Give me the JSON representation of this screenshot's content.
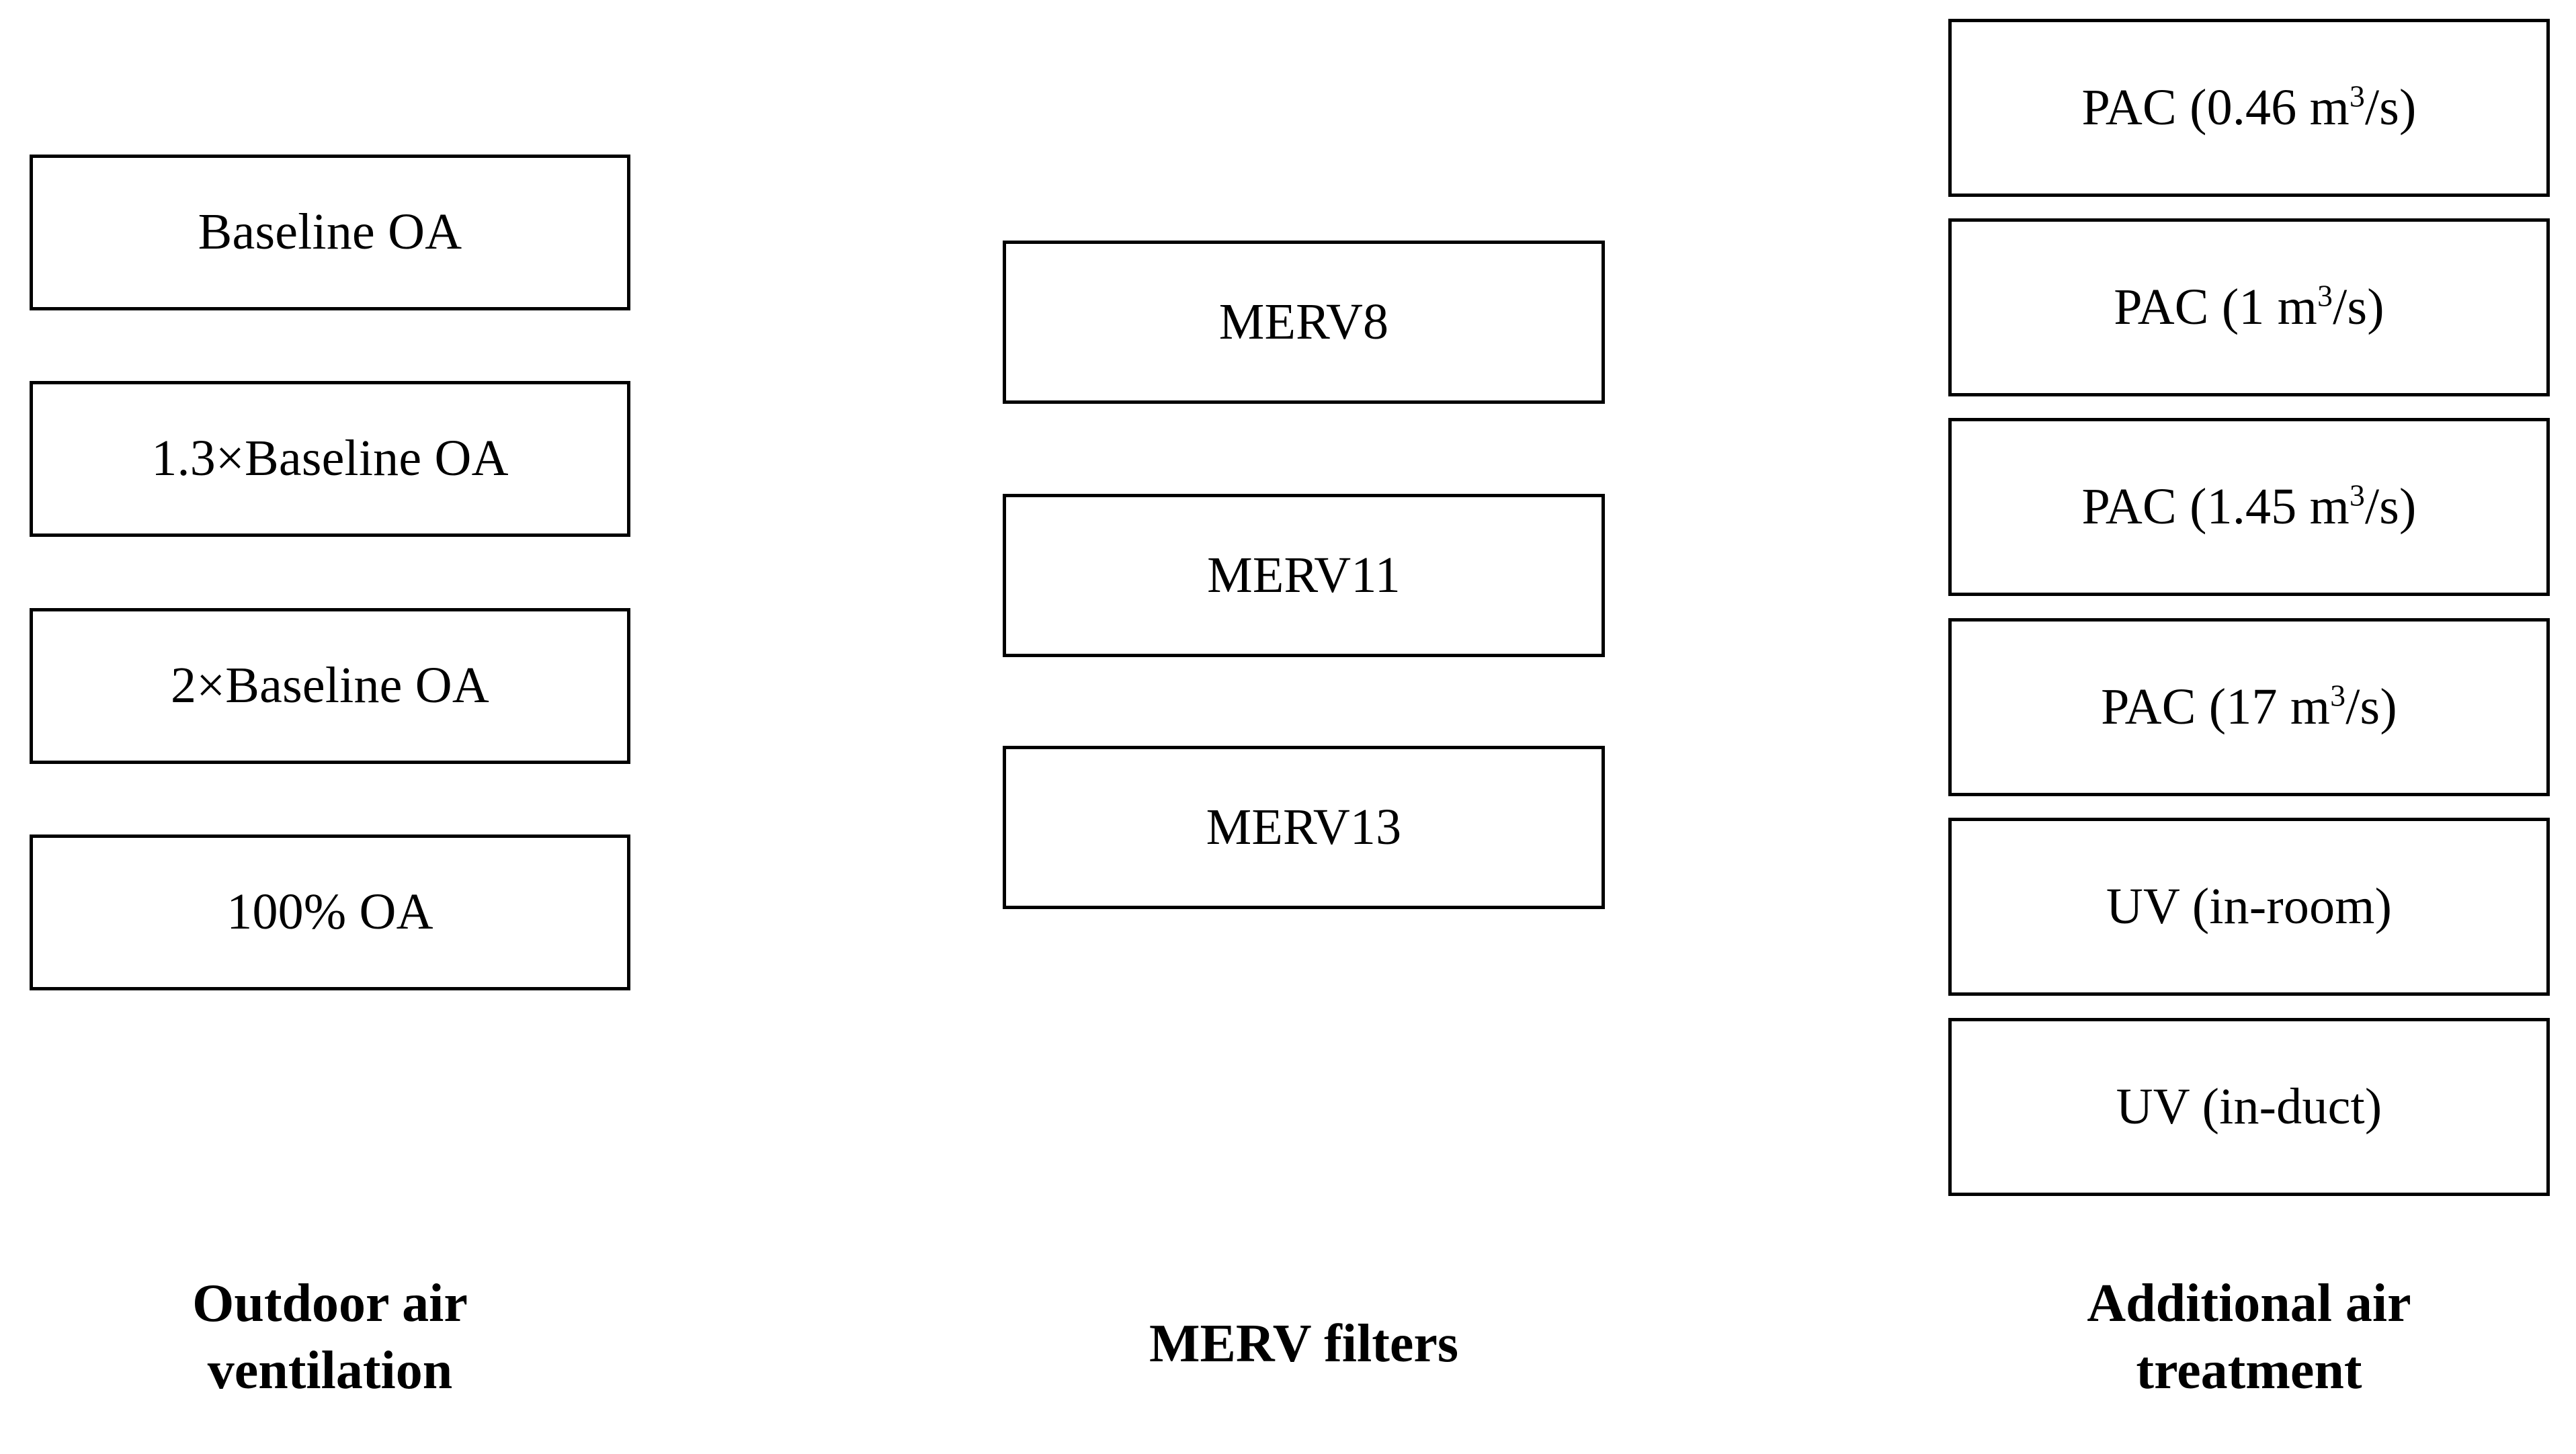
{
  "figure": {
    "type": "three-column-category-diagram",
    "background_color": "#ffffff",
    "box_border_color": "#000000",
    "text_color": "#000000"
  },
  "columns": [
    {
      "id": "outdoor-air-ventilation",
      "heading": "Outdoor air\nventilation",
      "boxes": [
        {
          "label": "Baseline OA"
        },
        {
          "label": "1.3×Baseline OA"
        },
        {
          "label": "2×Baseline OA"
        },
        {
          "label": "100% OA"
        }
      ]
    },
    {
      "id": "merv-filters",
      "heading": "MERV filters",
      "boxes": [
        {
          "label": "MERV8"
        },
        {
          "label": "MERV11"
        },
        {
          "label": "MERV13"
        }
      ]
    },
    {
      "id": "additional-air-treatment",
      "heading": "Additional air\ntreatment",
      "boxes": [
        {
          "prefix": "PAC (0.46 m",
          "sup": "3",
          "suffix": "/s)"
        },
        {
          "prefix": "PAC (1 m",
          "sup": "3",
          "suffix": "/s)"
        },
        {
          "prefix": "PAC (1.45 m",
          "sup": "3",
          "suffix": "/s)"
        },
        {
          "prefix": "PAC (17 m",
          "sup": "3",
          "suffix": "/s)"
        },
        {
          "label": "UV (in-room)"
        },
        {
          "label": "UV (in-duct)"
        }
      ]
    }
  ]
}
